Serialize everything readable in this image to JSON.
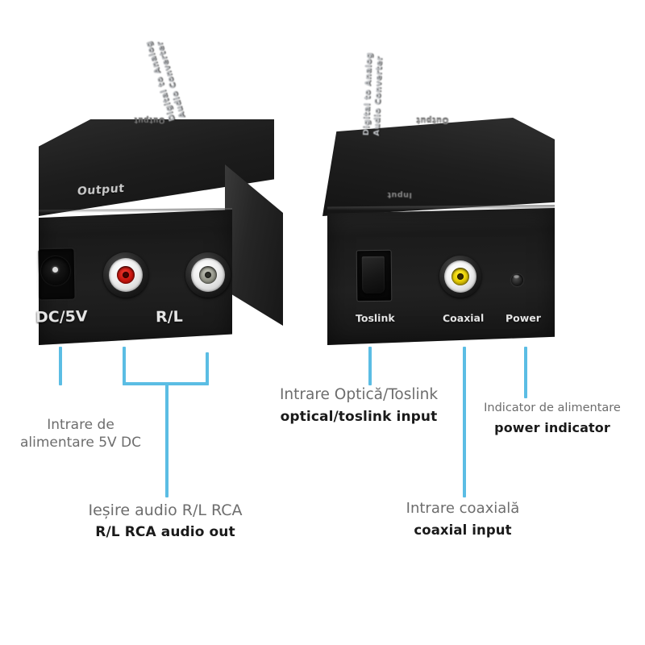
{
  "background_color": "#ffffff",
  "accent_color": "#5bbde4",
  "devices": {
    "left": {
      "name": "digital-to-analog-audio-converter-output-side",
      "case_color": "#1b1b1b",
      "top_face_label": "Output",
      "top_face_back_label": "Output",
      "brand_text": "Digital to Analog\nAudio Converter",
      "ports": [
        {
          "id": "dc-power",
          "caption": "DC/5V",
          "type": "barrel-jack"
        },
        {
          "id": "rca-right",
          "caption": "R/L",
          "type": "rca-jack",
          "color": "#c4130c"
        },
        {
          "id": "rca-left",
          "caption": "",
          "type": "rca-jack",
          "color": "#8e8f83"
        }
      ]
    },
    "right": {
      "name": "digital-to-analog-audio-converter-input-side",
      "case_color": "#1b1b1b",
      "top_face_label": "Input",
      "top_face_back_label": "Output",
      "brand_text": "Digital to Analog\nAudio Converter",
      "ports": [
        {
          "id": "toslink",
          "caption": "Toslink",
          "type": "optical-square-port"
        },
        {
          "id": "coaxial",
          "caption": "Coaxial",
          "type": "rca-jack",
          "color": "#e8cf05"
        },
        {
          "id": "power-led",
          "caption": "Power",
          "type": "led-indicator"
        }
      ]
    }
  },
  "callouts": [
    {
      "id": "power-input",
      "ro": "Intrare de\nalimentare 5V DC",
      "en": "",
      "target": "DC/5V"
    },
    {
      "id": "rca-audio-out",
      "ro": "Ieșire audio R/L RCA",
      "en": "R/L RCA audio out",
      "target": "R/L"
    },
    {
      "id": "optical-toslink-input",
      "ro": "Intrare Optică/Toslink",
      "en": "optical/toslink input",
      "target": "Toslink"
    },
    {
      "id": "coaxial-input",
      "ro": "Intrare coaxială",
      "en": "coaxial input",
      "target": "Coaxial"
    },
    {
      "id": "power-indicator",
      "ro": "Indicator de alimentare",
      "en": "power indicator",
      "target": "Power"
    }
  ]
}
